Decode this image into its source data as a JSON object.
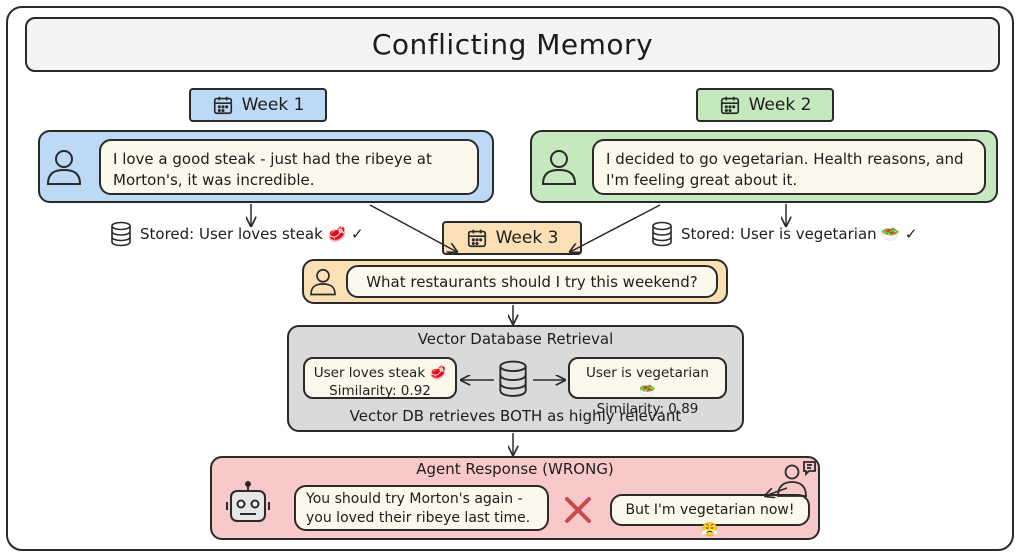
{
  "title": "Conflicting Memory",
  "week1": {
    "label": "Week 1",
    "message": "I love a good steak - just had the ribeye at Morton's, it was incredible.",
    "stored": "Stored: User loves steak 🥩 ✓"
  },
  "week2": {
    "label": "Week 2",
    "message": "I decided to go vegetarian. Health reasons, and I'm feeling great about it.",
    "stored": "Stored: User is vegetarian 🥗 ✓"
  },
  "week3": {
    "label": "Week 3",
    "question": "What restaurants should I try this weekend?"
  },
  "retrieval": {
    "title": "Vector Database Retrieval",
    "left_match": "User loves steak 🥩",
    "left_similarity": "Similarity: 0.92",
    "right_match": "User is vegetarian 🥗",
    "right_similarity": "Similarity: 0.89",
    "caption": "Vector DB retrieves BOTH as highly relevant"
  },
  "response": {
    "title": "Agent Response (WRONG)",
    "agent_message": "You should try Morton's again - you loved their ribeye last time.",
    "user_reply": "But I'm vegetarian now! 😤"
  },
  "colors": {
    "week1_bg": "#bcd9f5",
    "week2_bg": "#c6e8bf",
    "week3_bg": "#fbe0b5",
    "retrieval_bg": "#d9dadc",
    "response_bg": "#f9c9c9",
    "wrong_mark": "#c94a4a"
  },
  "icons": [
    "calendar-icon",
    "user-icon",
    "database-icon",
    "robot-icon",
    "angry-user-icon",
    "cross-icon",
    "arrow"
  ]
}
